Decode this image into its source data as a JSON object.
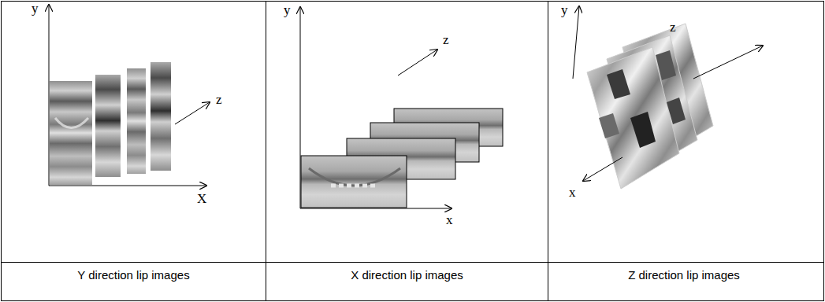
{
  "diagram": {
    "labels": [
      "y",
      "z",
      "X",
      "y",
      "z",
      "x",
      "y",
      "z",
      "x",
      "Y direction lip images",
      "X direction lip images",
      "Z direction lip images"
    ]
  }
}
